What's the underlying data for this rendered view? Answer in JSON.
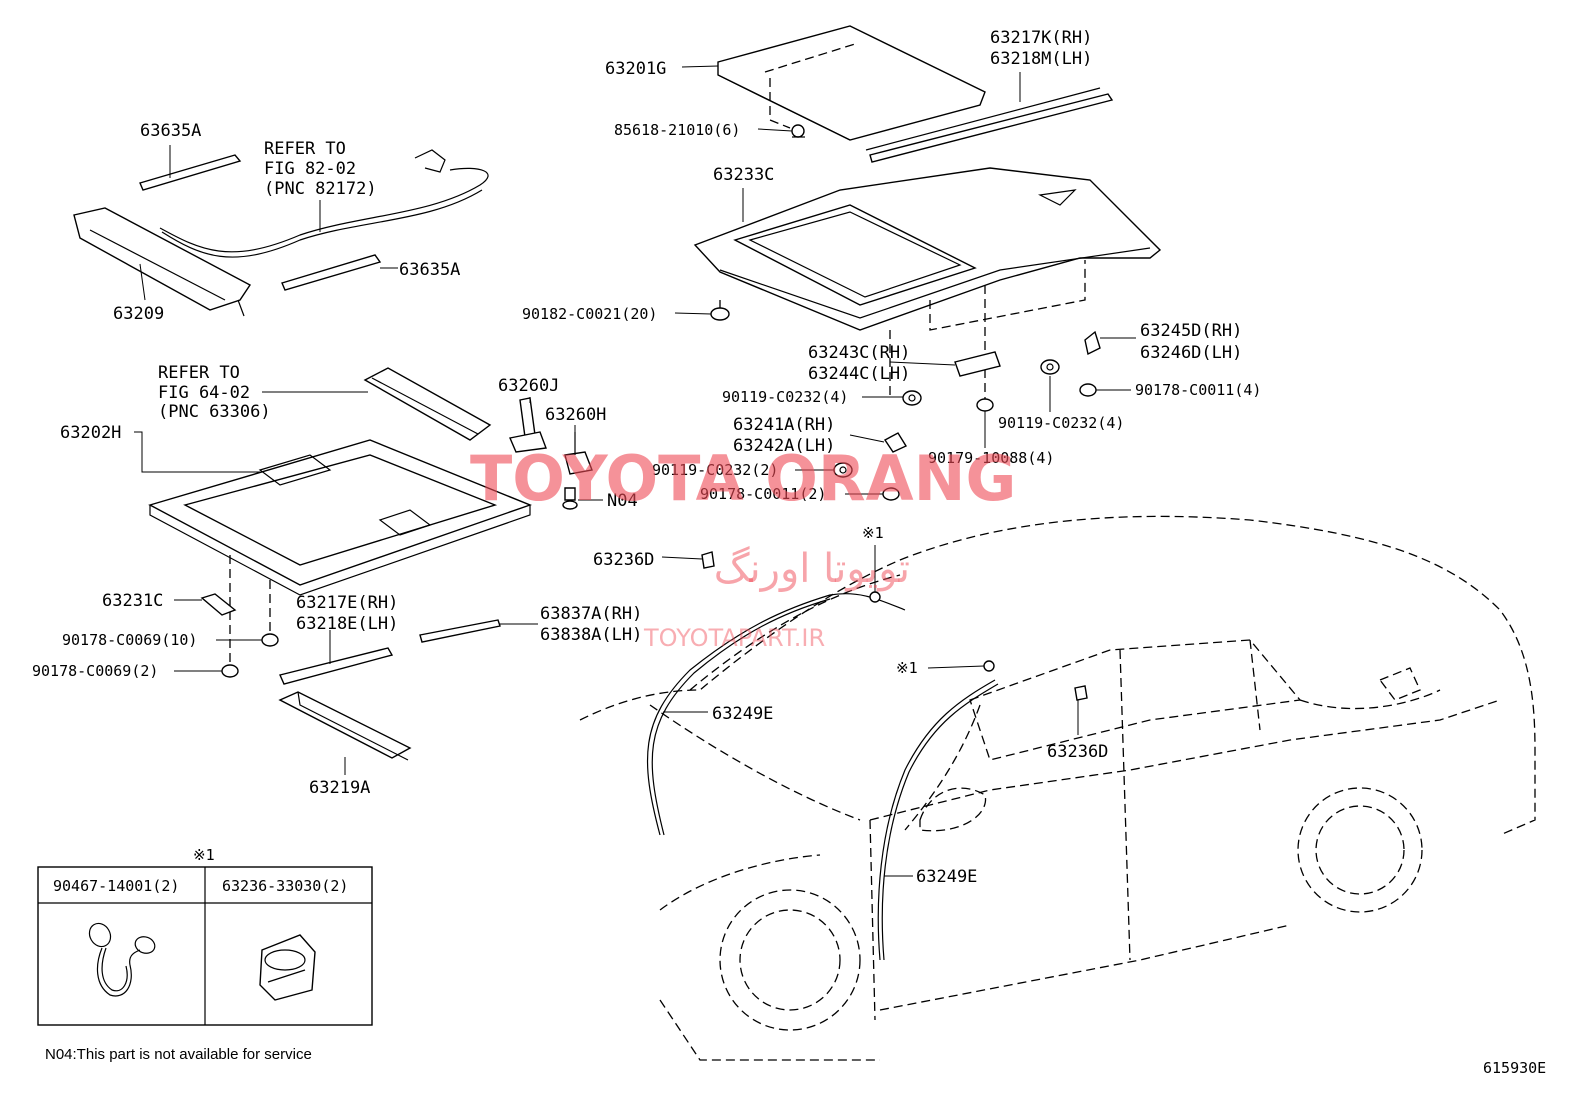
{
  "labels": {
    "p63201G": "63201G",
    "p63217K": "63217K(RH)",
    "p63218M": "63218M(LH)",
    "p85618": "85618-21010(6)",
    "p63233C": "63233C",
    "p63635A_top": "63635A",
    "refer_a_1": "REFER TO",
    "refer_a_2": "FIG 82-02",
    "refer_a_3": "(PNC 82172)",
    "p63635A_bot": "63635A",
    "p63209": "63209",
    "p90182": "90182-C0021(20)",
    "p63245D": "63245D(RH)",
    "p63246D": "63246D(LH)",
    "p63243C": "63243C(RH)",
    "p63244C": "63244C(LH)",
    "p90178_4": "90178-C0011(4)",
    "p90119_4a": "90119-C0232(4)",
    "p90119_4b": "90119-C0232(4)",
    "refer_b_1": "REFER TO",
    "refer_b_2": "FIG 64-02",
    "refer_b_3": "(PNC 63306)",
    "p63202H": "63202H",
    "p63260J": "63260J",
    "p63260H": "63260H",
    "p63241A": "63241A(RH)",
    "p63242A": "63242A(LH)",
    "p90179": "90179-10088(4)",
    "p90119_2": "90119-C0232(2)",
    "p90178_2": "90178-C0011(2)",
    "pN04": "N04",
    "mark1_top": "※1",
    "p63236D_a": "63236D",
    "p63231C": "63231C",
    "p63217E": "63217E(RH)",
    "p63218E": "63218E(LH)",
    "p63837A": "63837A(RH)",
    "p63838A": "63838A(LH)",
    "p90178_10": "90178-C0069(10)",
    "p90178_c2": "90178-C0069(2)",
    "mark1_mid": "※1",
    "p63249E_a": "63249E",
    "p63236D_b": "63236D",
    "p63219A": "63219A",
    "p63249E_b": "63249E",
    "box_mark": "※1",
    "box_col1": "90467-14001(2)",
    "box_col2": "63236-33030(2)",
    "note_n04": "N04:This part is not available for service",
    "fig_code": "615930E"
  },
  "watermark": {
    "brand": "TOYOTA ORANG",
    "persian": "تویوتا اورنگ",
    "url": "TOYOTAPART.IR",
    "color": "#ef4a55"
  }
}
